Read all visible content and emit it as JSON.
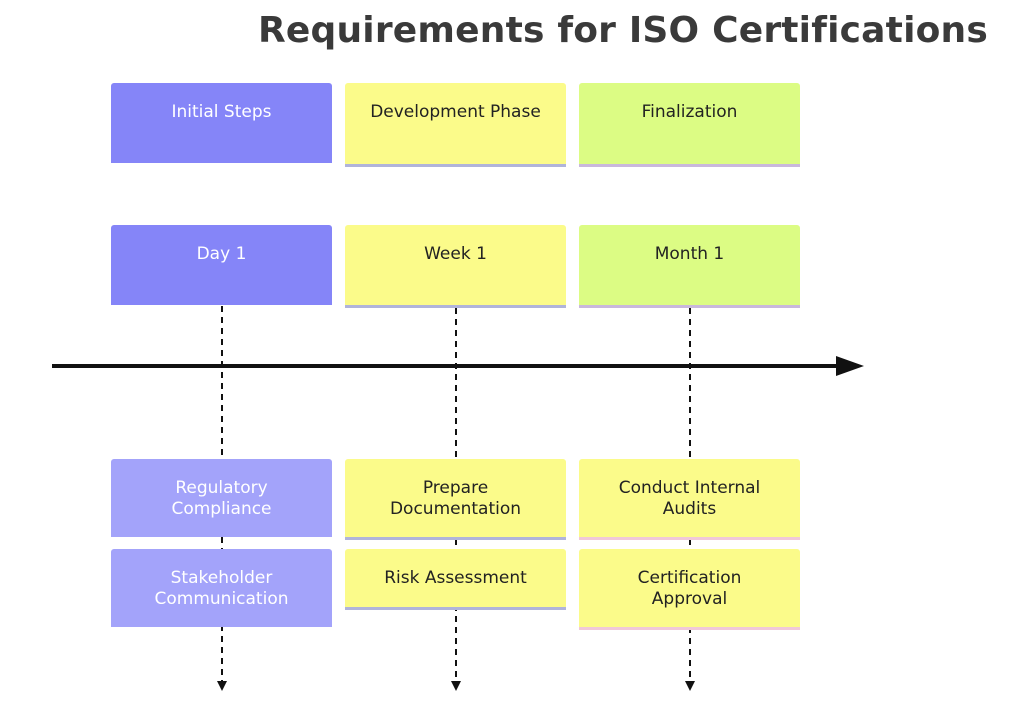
{
  "title": "Requirements for ISO Certifications",
  "phases": [
    {
      "label": "Initial Steps"
    },
    {
      "label": "Development Phase"
    },
    {
      "label": "Finalization"
    }
  ],
  "milestones": [
    {
      "label": "Day 1"
    },
    {
      "label": "Week 1"
    },
    {
      "label": "Month 1"
    }
  ],
  "tasks": [
    [
      "Regulatory\nCompliance",
      "Stakeholder\nCommunication"
    ],
    [
      "Prepare\nDocumentation",
      "Risk Assessment"
    ],
    [
      "Conduct Internal\nAudits",
      "Certification\nApproval"
    ]
  ],
  "colors": {
    "initial_head": "#8585f8",
    "initial_task": "#a3a3fa",
    "development": "#fbfb8a",
    "finalization": "#dcfc84",
    "timeline": "#111111",
    "title": "#3a3a3a"
  }
}
